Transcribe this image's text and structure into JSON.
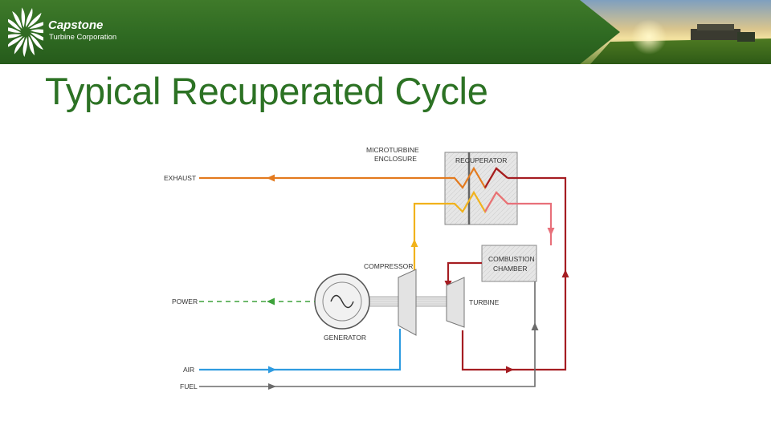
{
  "header": {
    "brand_name": "Capstone",
    "brand_subtitle": "Turbine Corporation"
  },
  "slide": {
    "title": "Typical Recuperated Cycle"
  },
  "diagram": {
    "labels": {
      "enclosure_line1": "MICROTURBINE",
      "enclosure_line2": "ENCLOSURE",
      "recuperator": "RECUPERATOR",
      "exhaust": "EXHAUST",
      "compressor": "COMPRESSOR",
      "combustion_line1": "COMBUSTION",
      "combustion_line2": "CHAMBER",
      "power": "POWER",
      "turbine": "TURBINE",
      "generator": "GENERATOR",
      "air": "AIR",
      "fuel": "FUEL"
    },
    "colors": {
      "exhaust": "#e37a1e",
      "compressed_air": "#f1b21b",
      "hot_gas": "#a51d22",
      "preheated_air": "#e8707a",
      "power": "#3ea23b",
      "air": "#2e9be0",
      "fuel": "#6b6b6b"
    }
  }
}
